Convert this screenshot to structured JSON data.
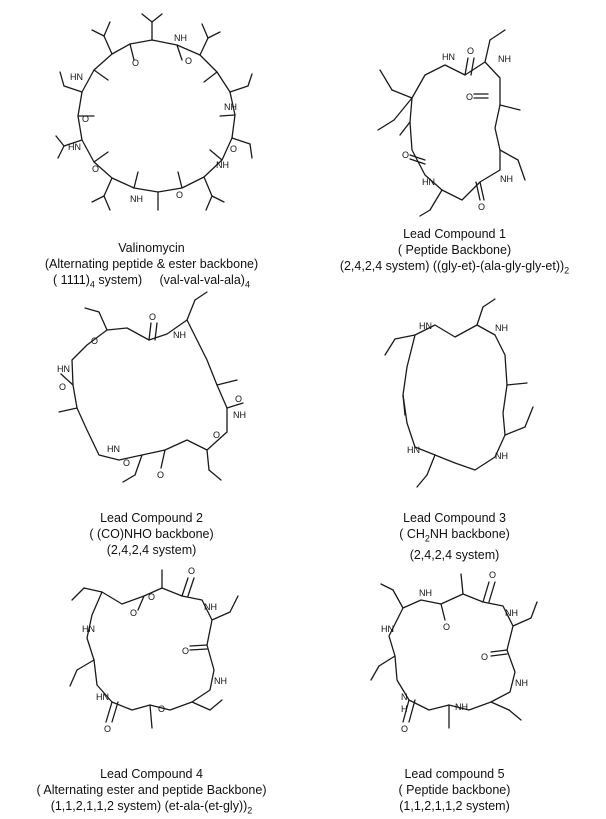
{
  "compounds": [
    {
      "id": "valinomycin",
      "lines": [
        "Valinomycin",
        "(Alternating peptide & ester backbone)"
      ],
      "line3": {
        "a": "( 1111)",
        "a_sub": "4",
        "a_tail": " system)",
        "b": "(val-val-val-ala)",
        "b_sub": "4"
      }
    },
    {
      "id": "lead1",
      "lines": [
        "Lead Compound 1",
        "( Peptide Backbone)"
      ],
      "line3": {
        "a": "(2,4,2,4 system) ((gly-et)-(ala-gly-gly-et))",
        "a_sub": "2",
        "a_tail": "",
        "b": "",
        "b_sub": ""
      }
    },
    {
      "id": "lead2",
      "lines": [
        "Lead Compound 2",
        "( (CO)NHO backbone)",
        "(2,4,2,4 system)"
      ]
    },
    {
      "id": "lead3",
      "lines": [
        "Lead Compound 3"
      ],
      "line2": {
        "a": "( CH",
        "a_sub": "2",
        "a_tail": "NH backbone)"
      },
      "line3text": "(2,4,2,4 system)"
    },
    {
      "id": "lead4",
      "lines": [
        "Lead Compound 4",
        "( Alternating ester and peptide Backbone)"
      ],
      "line3": {
        "a": "(1,1,2,1,1,2 system) (et-ala-(et-gly))",
        "a_sub": "2",
        "a_tail": "",
        "b": "",
        "b_sub": ""
      }
    },
    {
      "id": "lead5",
      "lines": [
        "Lead compound 5",
        "( Peptide backbone)",
        "(1,1,2,1,1,2 system)"
      ]
    }
  ],
  "atom_labels": {
    "nh": "NH",
    "hn": "HN",
    "o": "O",
    "n": "N",
    "h": "H"
  }
}
